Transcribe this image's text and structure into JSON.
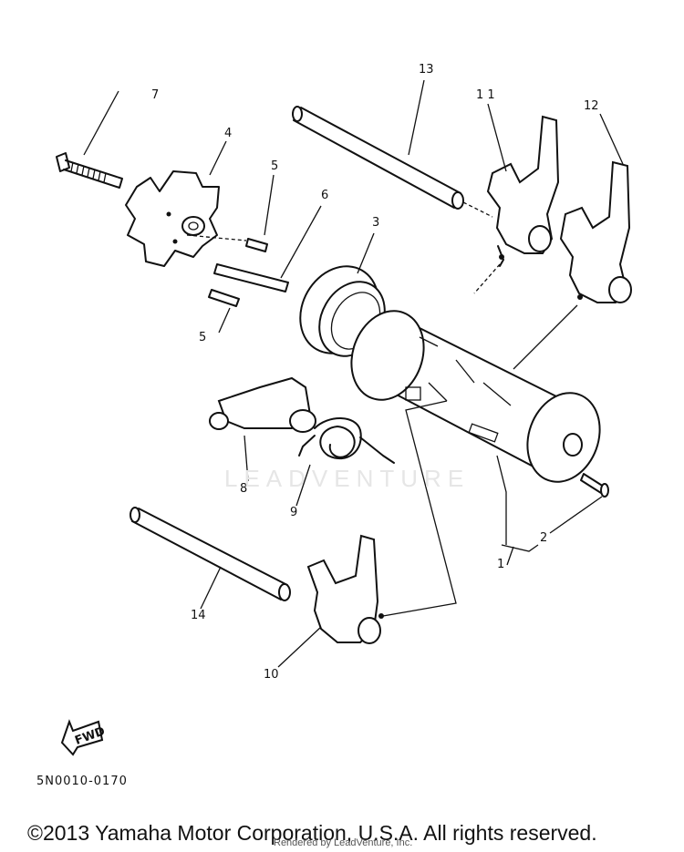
{
  "callouts": {
    "c1": "1",
    "c2": "2",
    "c3": "3",
    "c4": "4",
    "c5a": "5",
    "c5b": "5",
    "c6": "6",
    "c7": "7",
    "c8": "8",
    "c9": "9",
    "c10": "10",
    "c11": "1 1",
    "c12": "12",
    "c13": "13",
    "c14": "14"
  },
  "fwd_label": "FWD",
  "diagram_code": "5N0010-0170",
  "watermark": "LEADVENTURE",
  "copyright": "©2013 Yamaha Motor Corporation, U.S.A. All rights reserved.",
  "rendered_by": "Rendered by LeadVenture, Inc."
}
